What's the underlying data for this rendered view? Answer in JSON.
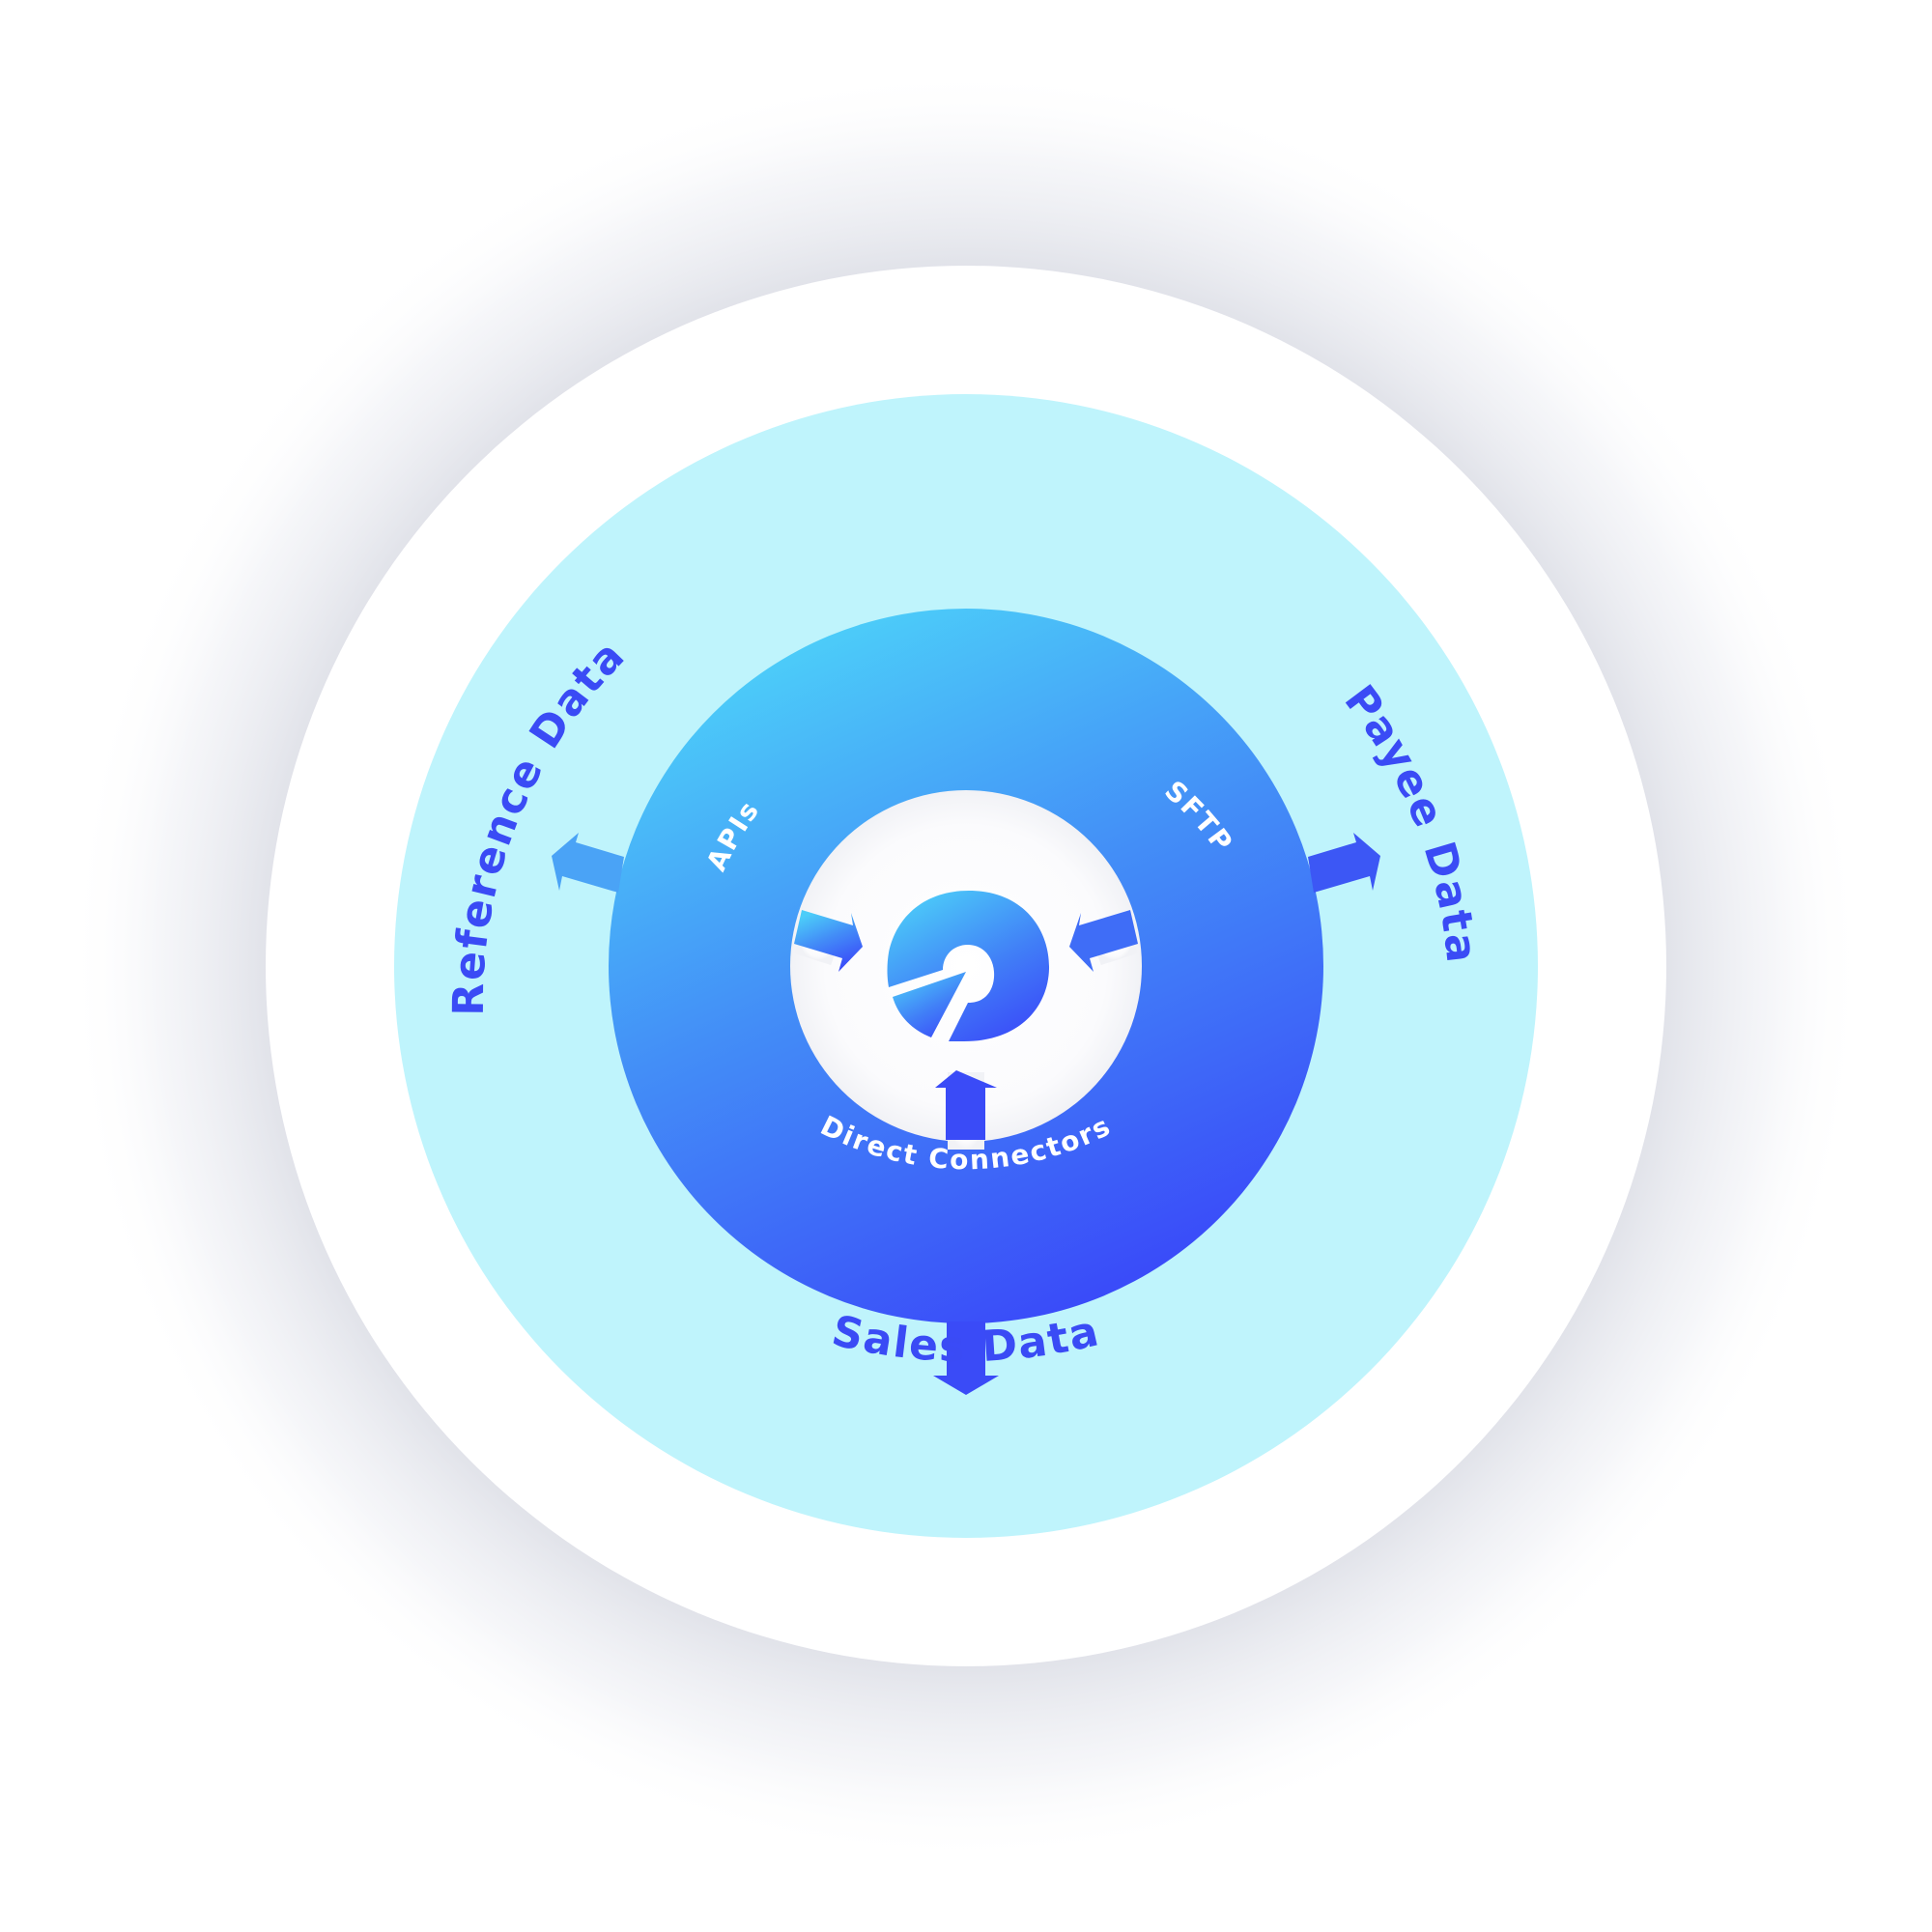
{
  "labels": {
    "reference_data": "Reference Data",
    "payee_data": "Payee Data",
    "sales_data": "Sales Data",
    "apis": "APIs",
    "sftp": "SFTP",
    "direct_connectors": "Direct Connectors"
  },
  "colors": {
    "page_background": "#ffffff",
    "outer_ring": "#ffffff",
    "cyan_ring": "#bff4fc",
    "gradient_start": "#4ccdf9",
    "gradient_end": "#3a4bf9",
    "label_blue": "#3a4bf5",
    "inner_text": "#ffffff",
    "arrow_light": "#4aa3f6",
    "arrow_dark": "#3c57f5"
  },
  "center_icon": "logo-icon"
}
